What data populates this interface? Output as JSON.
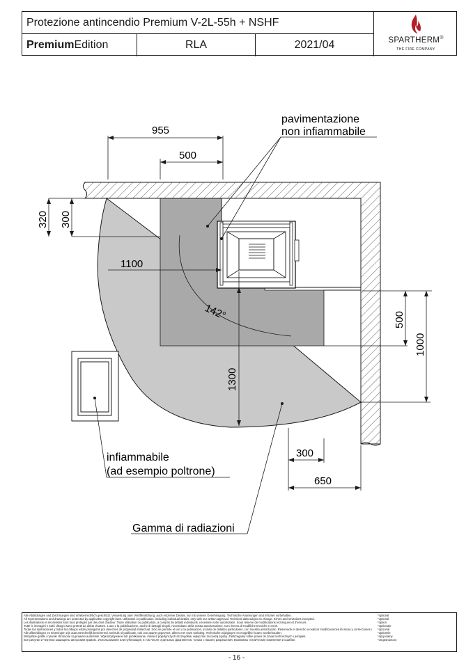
{
  "header": {
    "title": "Protezione antincendio Premium V-2L-55h + NSHF",
    "edition_bold": "Premium",
    "edition_rest": "Edition",
    "model": "RLA",
    "date": "2021/04",
    "logo_name": "SPARTHERM",
    "logo_registered": "®",
    "logo_tagline": "THE FIRE COMPANY",
    "logo_color": "#b3202a"
  },
  "drawing": {
    "labels": {
      "floor": [
        "pavimentazione",
        "non infiammabile"
      ],
      "flammable": [
        "infiammabile",
        "(ad esempio poltrone)"
      ],
      "radiation": "Gamma di radiazioni",
      "angle": "142°"
    },
    "dimensions": {
      "d955": "955",
      "d500_top": "500",
      "d320": "320",
      "d300_left": "300",
      "d1100": "1100",
      "d1300": "1300",
      "d500_right": "500",
      "d1000": "1000",
      "d300_bottom": "300",
      "d650": "650"
    },
    "colors": {
      "radiation_fill": "#c9c9c9",
      "floor_fill": "#a9a9a9",
      "line": "#1a1a1a"
    }
  },
  "footer": {
    "notes": [
      "Alle Abbildungen und Zeichnungen sind urheberrechtlich geschützt. Verwertung oder Veröffentlichung, auch einzelner Details, nur mit unserer Genehmigung. Technische Änderungen und Irrtümer vorbehalten.",
      "All representations and drawings are protected by applicable copyright laws. Utilisation or publication, including individual details, only with our written approval. Technical data subject to change. Errors and omissions excepted.",
      "Les illustrations et les dessins sont tous protégés par des droit d'auteur. Toute utilisation ou publication, à compris de détails individuels, nécessite notre autorisation. Sous réserve de modifications techniques et d'erreurs.",
      "Tutte le immagini e tutti i disegni sono protetti da diritto d'autore. L'uso o la pubblicazione, anche di dettagli singoli, necessitano della nostra autorizzazione. Con riserva di modifiche tecniche e errori.",
      "Todas las ilustraciones y todos los dibujos están protegidos por derechos de propiedad intelectual. Solo se permite el uso o la publicación, incluso de detalles particulares, con nuestra autorización. Reservado el derecho a realizar modificaciones técnicas y correcciones de errores.",
      "Alle afbeeldingen en tekeningen zijn auteursrechtelijk beschermd. Gebruik of publicatie, ook van aparte gegevens, alleen met onze toelating. Technische wijzigingen en mogelijke fouten voorbehouden.",
      "Wszystkie grafiki i rysunki chronione są prawem autorskim. Wykorzystywanie lub publikowanie, również pojedynczych szczegółów, wyłącznie za naszą zgodą. Zastrzegamy sobie prawo do zmian technicznych i pomyłek.",
      "Все рисунки и чертежи защищены авторским правом.. Использование или публикация, в том числе отдельных фрагментов, только с нашего разрешения. Возможны технические изменения и ошибки."
    ],
    "optional": [
      "*optional",
      "*optional",
      "",
      "*option",
      "*opzionale",
      "*opcional",
      "",
      "*optionele",
      "*opcjonalny",
      "*опционально"
    ]
  },
  "page_number": "- 16 -"
}
